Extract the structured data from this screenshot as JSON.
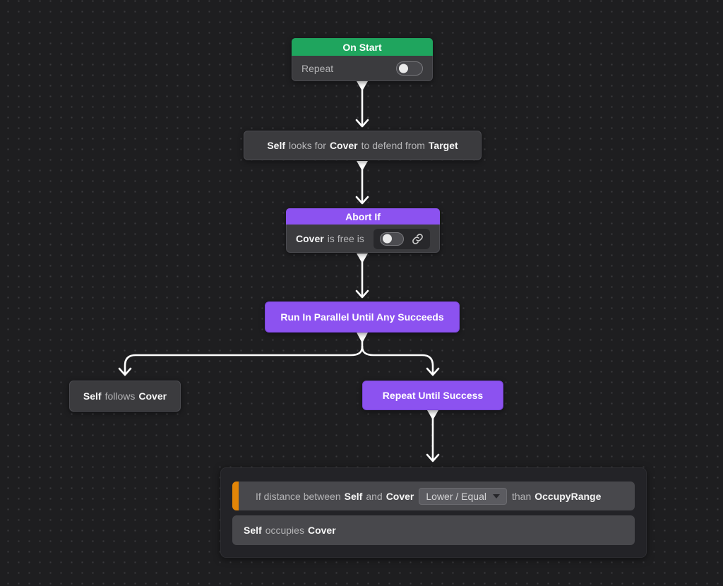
{
  "colors": {
    "background": "#1e1e20",
    "grid_dot": "#39393c",
    "node_gray": "#3b3b3e",
    "header_green": "#1fa55e",
    "accent_purple": "#8c52f0",
    "accent_orange": "#e28507",
    "compound_bg": "#232327",
    "row_bg": "#48484c",
    "arrow": "#ffffff",
    "text_dim": "#b4b4b6",
    "text_bold": "#f5f5f5"
  },
  "nodes": {
    "on_start": {
      "title": "On Start",
      "repeat_label": "Repeat",
      "repeat_toggle_state": "off"
    },
    "seek_cover": {
      "t0": "Self",
      "t1": "looks for",
      "t2": "Cover",
      "t3": "to defend from",
      "t4": "Target"
    },
    "abort_if": {
      "title": "Abort If",
      "t0": "Cover",
      "t1": "is free is",
      "toggle_state": "off",
      "link_icon": "link-chain"
    },
    "parallel": {
      "label": "Run In Parallel Until Any Succeeds"
    },
    "follow": {
      "t0": "Self",
      "t1": "follows",
      "t2": "Cover"
    },
    "repeat_until": {
      "label": "Repeat Until Success"
    },
    "condition": {
      "t0": "If distance between",
      "t1": "Self",
      "t2": "and",
      "t3": "Cover",
      "dropdown_value": "Lower / Equal",
      "t4": "than",
      "t5": "OccupyRange"
    },
    "occupy": {
      "t0": "Self",
      "t1": "occupies",
      "t2": "Cover"
    }
  }
}
